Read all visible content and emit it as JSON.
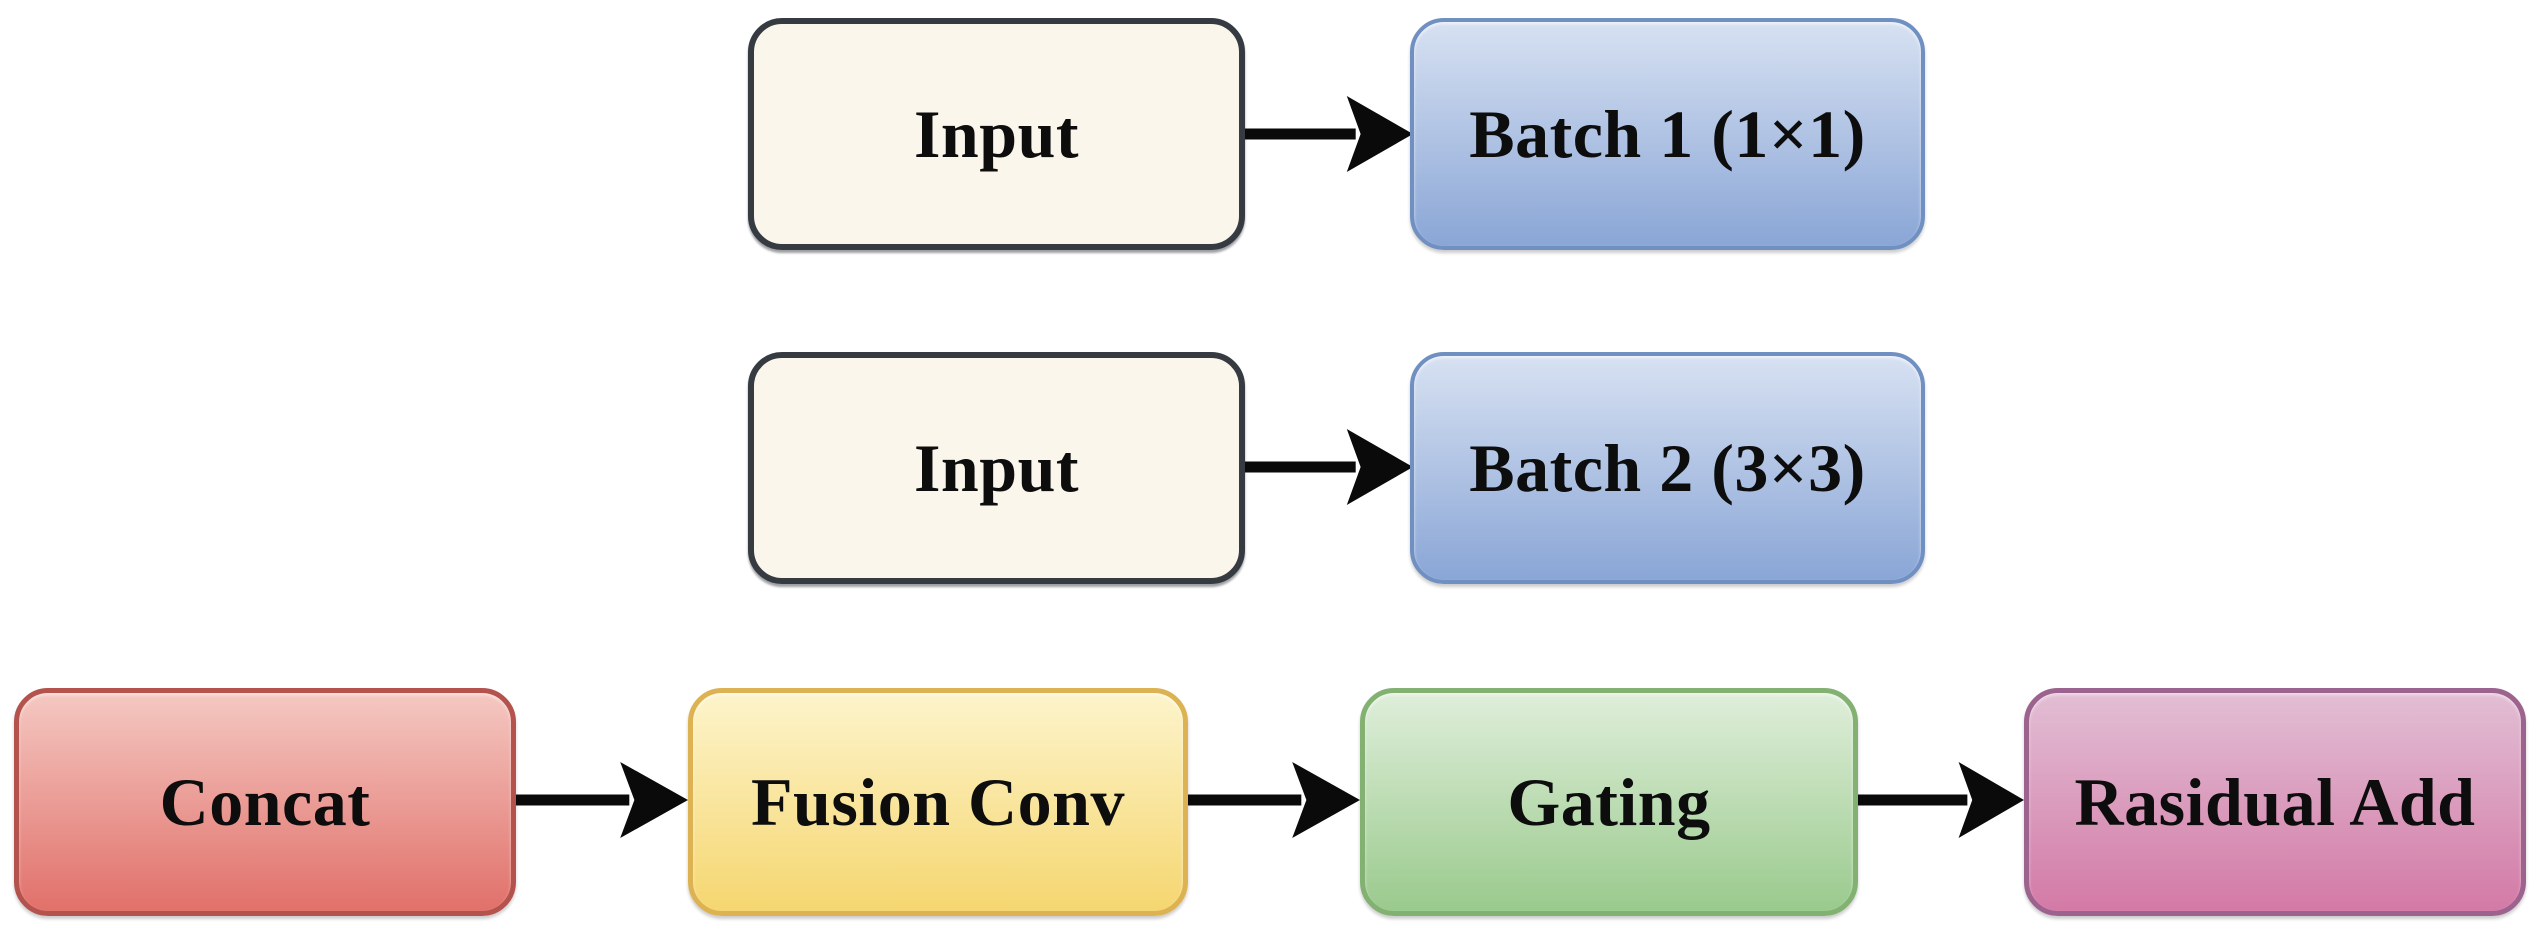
{
  "colors": {
    "background": "#ffffff",
    "text": "#0d0d0d",
    "arrow": "#0a0a0a",
    "input_fill": "#faf6eb",
    "input_border": "#363b42",
    "batch_top": "#d7e1f2",
    "batch_bottom": "#8aa6d6",
    "batch_border": "#7090c2",
    "concat_top": "#f5c8c2",
    "concat_bottom": "#e1706a",
    "concat_border": "#b4534e",
    "fusion_top": "#fdf4cb",
    "fusion_bottom": "#f5d670",
    "fusion_border": "#ddb253",
    "gating_top": "#dfeeda",
    "gating_bottom": "#9aca8d",
    "gating_border": "#82b172",
    "residual_top": "#e2bed4",
    "residual_bottom": "#d37aa6",
    "residual_border": "#9c638f"
  },
  "diagram": {
    "nodes": {
      "input1": {
        "label": "Input"
      },
      "batch1": {
        "label": "Batch 1 (1×1)"
      },
      "input2": {
        "label": "Input"
      },
      "batch2": {
        "label": "Batch 2 (3×3)"
      },
      "concat": {
        "label": "Concat"
      },
      "fusion": {
        "label": "Fusion Conv"
      },
      "gating": {
        "label": "Gating"
      },
      "residual": {
        "label": "Rasidual Add"
      }
    },
    "edges": [
      {
        "from": "Input",
        "to": "Batch 1 (1×1)"
      },
      {
        "from": "Input",
        "to": "Batch 2 (3×3)"
      },
      {
        "from": "Concat",
        "to": "Fusion Conv"
      },
      {
        "from": "Fusion Conv",
        "to": "Gating"
      },
      {
        "from": "Gating",
        "to": "Rasidual Add"
      }
    ]
  }
}
